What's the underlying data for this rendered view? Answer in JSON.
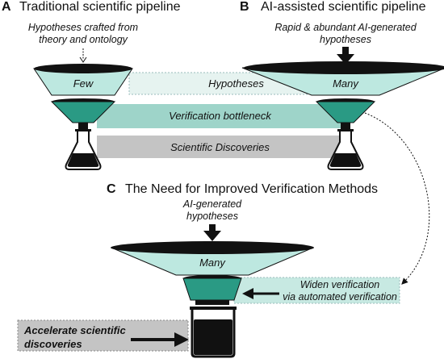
{
  "panel_a": {
    "letter": "A",
    "title": "Traditional scientific pipeline",
    "input_note_line1": "Hypotheses crafted from",
    "input_note_line2": "theory and ontology",
    "funnel_label": "Few"
  },
  "panel_b": {
    "letter": "B",
    "title": "AI-assisted scientific pipeline",
    "input_note_line1": "Rapid & abundant AI-generated",
    "input_note_line2": "hypotheses",
    "funnel_label": "Many"
  },
  "bands": {
    "hypotheses": "Hypotheses",
    "verification": "Verification bottleneck",
    "discoveries": "Scientific Discoveries"
  },
  "panel_c": {
    "letter": "C",
    "title": "The Need for Improved Verification Methods",
    "input_note_line1": "AI-generated",
    "input_note_line2": "hypotheses",
    "funnel_label": "Many",
    "widen_line1": "Widen verification",
    "widen_line2": "via automated verification",
    "accelerate_line1": "Accelerate scientific",
    "accelerate_line2": "discoveries"
  },
  "colors": {
    "light_teal": "#bde8e0",
    "funnel_teal": "#a6e3d8",
    "dark_teal": "#2a9a84",
    "band_teal": "#9ed4c9",
    "band_light": "#e6f3f0",
    "band_gray": "#c4c4c4",
    "black": "#111111"
  }
}
